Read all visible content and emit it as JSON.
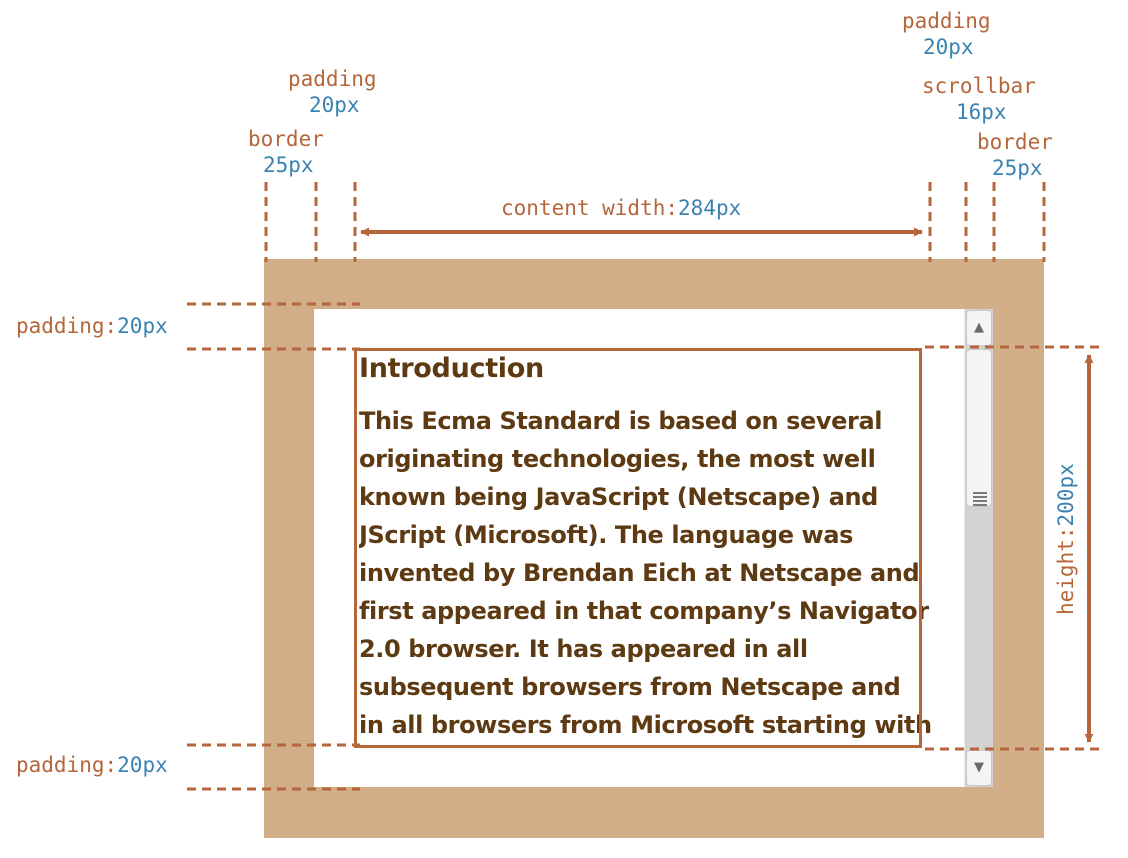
{
  "labels": {
    "border_left": {
      "name": "border",
      "value": "25px"
    },
    "padding_left": {
      "name": "padding",
      "value": "20px"
    },
    "padding_right": {
      "name": "padding",
      "value": "20px"
    },
    "scrollbar": {
      "name": "scrollbar",
      "value": "16px"
    },
    "border_right": {
      "name": "border",
      "value": "25px"
    },
    "content_width": {
      "name": "content width:",
      "value": "284px"
    },
    "padding_top": {
      "name": "padding:",
      "value": "20px"
    },
    "padding_bottom": {
      "name": "padding:",
      "value": "20px"
    },
    "height": {
      "name": "height:",
      "value": "200px"
    }
  },
  "scrollbar": {
    "up_glyph": "▲",
    "down_glyph": "▼"
  },
  "content": {
    "heading": "Introduction",
    "lines": [
      "This Ecma Standard is based on several",
      "originating technologies, the most well",
      "known being JavaScript (Netscape) and",
      "JScript (Microsoft). The language was",
      "invented by Brendan Eich at Netscape and",
      "first appeared in that company’s Navigator",
      "2.0 browser. It has appeared in all",
      "subsequent browsers from Netscape and",
      "in all browsers from Microsoft starting with"
    ]
  },
  "colors": {
    "border": "#d1ae87",
    "annotation": "#b5663b",
    "value": "#3a82b1",
    "text": "#5e3a12"
  }
}
